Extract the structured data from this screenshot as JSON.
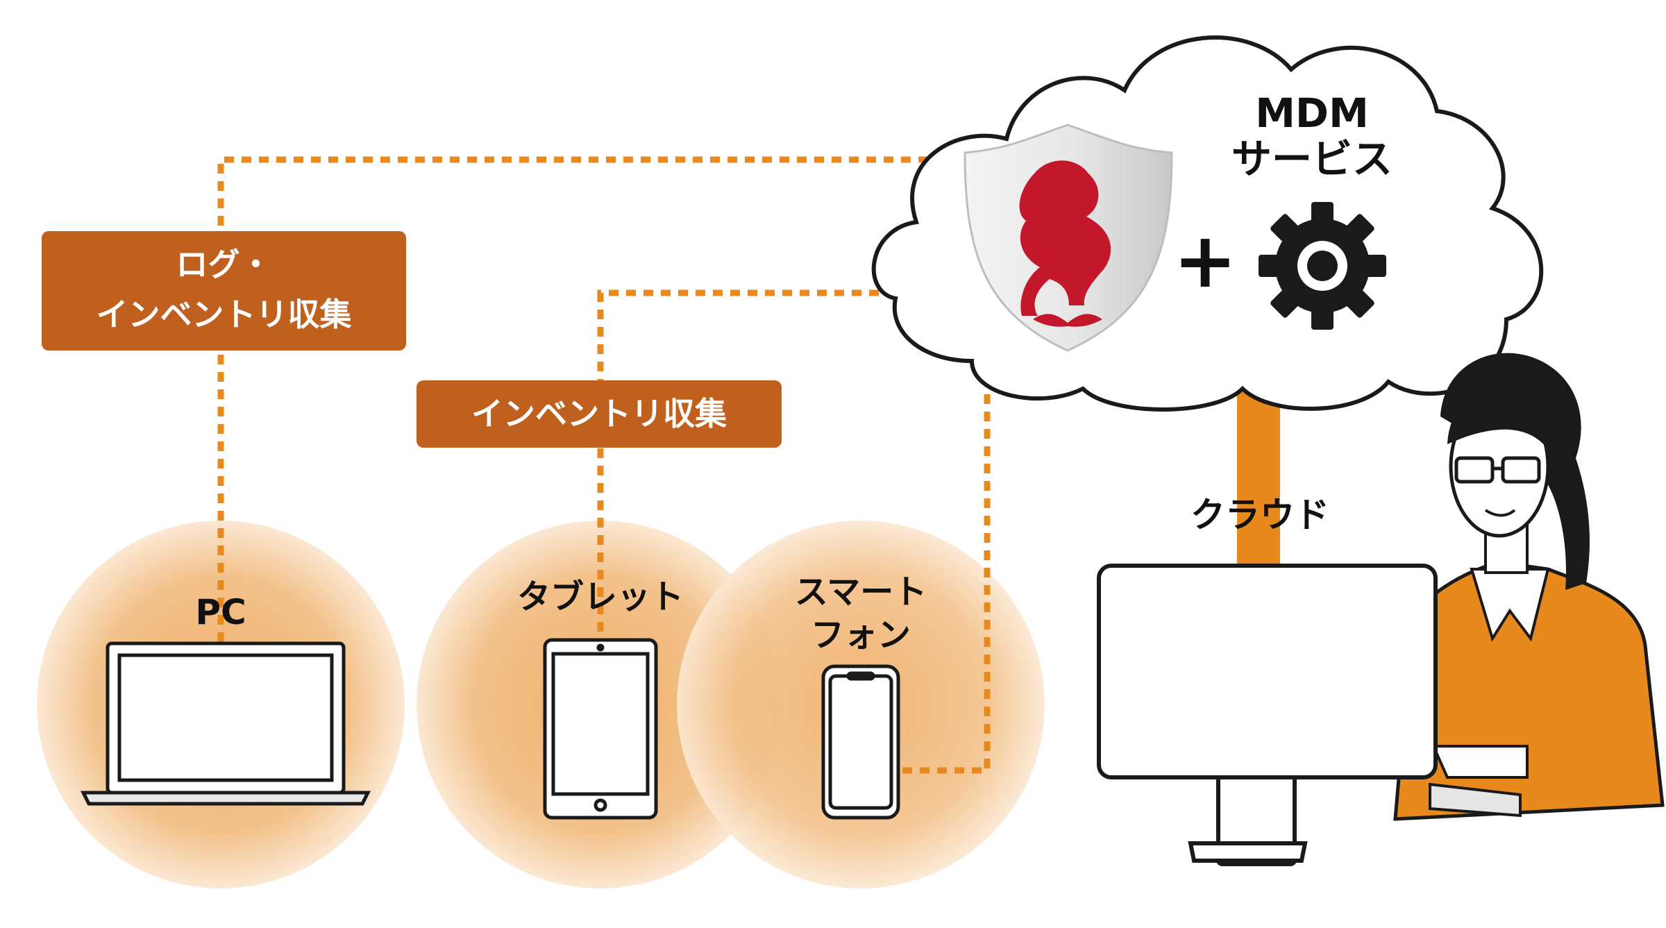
{
  "labels": {
    "log_inventory_line1": "ログ・",
    "log_inventory_line2": "インベントリ収集",
    "inventory": "インベントリ収集",
    "mdm_line1": "MDM",
    "mdm_line2": "サービス",
    "plus": "+",
    "cloud": "クラウド",
    "pc": "PC",
    "tablet": "タブレット",
    "smartphone_line1": "スマート",
    "smartphone_line2": "フォン"
  },
  "icons": {
    "shield": "shield-lion-icon",
    "gear": "gear-icon",
    "laptop": "laptop-icon",
    "tablet": "tablet-icon",
    "smartphone": "smartphone-icon",
    "admin": "person-at-computer-icon"
  },
  "colors": {
    "accent": "#E8891E",
    "label_bg": "#C0601F",
    "circle_fill": "#F0C08A",
    "shield_red": "#C3172B"
  }
}
